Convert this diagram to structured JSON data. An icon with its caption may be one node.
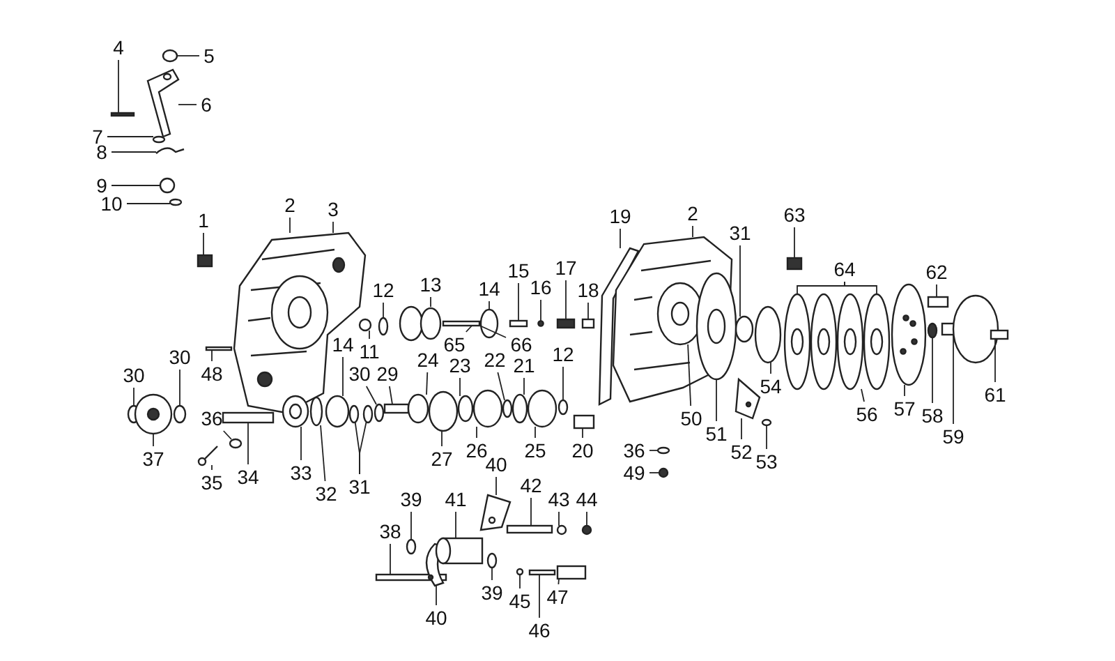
{
  "diagram": {
    "nodes": [
      {
        "text": [
          "4"
        ]
      },
      {
        "text": [
          "5"
        ]
      },
      {
        "text": [
          "6"
        ]
      },
      {
        "text": [
          "7"
        ]
      },
      {
        "text": [
          "8"
        ]
      },
      {
        "text": [
          "9"
        ]
      },
      {
        "text": [
          "10"
        ]
      },
      {
        "text": [
          "2"
        ]
      },
      {
        "text": [
          "3"
        ]
      },
      {
        "text": [
          "19"
        ]
      },
      {
        "text": [
          "2"
        ]
      },
      {
        "text": [
          "63"
        ]
      },
      {
        "text": [
          "1"
        ]
      },
      {
        "text": [
          "31"
        ]
      },
      {
        "text": [
          "64"
        ]
      },
      {
        "text": [
          "62"
        ]
      },
      {
        "text": [
          "15"
        ]
      },
      {
        "text": [
          "17"
        ]
      },
      {
        "text": [
          "13"
        ]
      },
      {
        "text": [
          "14"
        ]
      },
      {
        "text": [
          "16"
        ]
      },
      {
        "text": [
          "18"
        ]
      },
      {
        "text": [
          "12"
        ]
      },
      {
        "text": [
          "65"
        ]
      },
      {
        "text": [
          "66"
        ]
      },
      {
        "text": [
          "11"
        ]
      },
      {
        "text": [
          "14"
        ]
      },
      {
        "text": [
          "12"
        ]
      },
      {
        "text": [
          "30"
        ]
      },
      {
        "text": [
          "24"
        ]
      },
      {
        "text": [
          "23"
        ]
      },
      {
        "text": [
          "22"
        ]
      },
      {
        "text": [
          "21"
        ]
      },
      {
        "text": [
          "30"
        ]
      },
      {
        "text": [
          "48"
        ]
      },
      {
        "text": [
          "30"
        ]
      },
      {
        "text": [
          "29"
        ]
      },
      {
        "text": [
          "61"
        ]
      },
      {
        "text": [
          "57"
        ]
      },
      {
        "text": [
          "56"
        ]
      },
      {
        "text": [
          "54"
        ]
      },
      {
        "text": [
          "50"
        ]
      },
      {
        "text": [
          "58"
        ]
      },
      {
        "text": [
          "36"
        ]
      },
      {
        "text": [
          "51"
        ]
      },
      {
        "text": [
          "59"
        ]
      },
      {
        "text": [
          "37"
        ]
      },
      {
        "text": [
          "26"
        ]
      },
      {
        "text": [
          "25"
        ]
      },
      {
        "text": [
          "20"
        ]
      },
      {
        "text": [
          "36"
        ]
      },
      {
        "text": [
          "52"
        ]
      },
      {
        "text": [
          "27"
        ]
      },
      {
        "text": [
          "53"
        ]
      },
      {
        "text": [
          "40"
        ]
      },
      {
        "text": [
          "49"
        ]
      },
      {
        "text": [
          "33"
        ]
      },
      {
        "text": [
          "34"
        ]
      },
      {
        "text": [
          "35"
        ]
      },
      {
        "text": [
          "31"
        ]
      },
      {
        "text": [
          "42"
        ]
      },
      {
        "text": [
          "32"
        ]
      },
      {
        "text": [
          "39"
        ]
      },
      {
        "text": [
          "41"
        ]
      },
      {
        "text": [
          "43"
        ]
      },
      {
        "text": [
          "44"
        ]
      },
      {
        "text": [
          "38"
        ]
      },
      {
        "text": [
          "39"
        ]
      },
      {
        "text": [
          "45"
        ]
      },
      {
        "text": [
          "47"
        ]
      },
      {
        "text": [
          "40"
        ]
      },
      {
        "text": [
          "46"
        ]
      },
      {
        "text": [],
        "shape": "box"
      },
      {
        "text": [],
        "shape": "circle"
      },
      {
        "text": [],
        "shape": "picture"
      },
      {
        "text": [],
        "shape": "circle"
      },
      {
        "text": [],
        "shape": "picture"
      },
      {
        "text": [],
        "shape": "circle"
      },
      {
        "text": [],
        "shape": "circle"
      },
      {
        "text": [],
        "shape": "box"
      },
      {
        "text": [],
        "shape": "picture"
      },
      {
        "text": [],
        "shape": "picture"
      },
      {
        "text": [],
        "shape": "picture"
      },
      {
        "text": [],
        "shape": "box"
      },
      {
        "text": [],
        "shape": "circle"
      },
      {
        "text": [],
        "shape": "circle"
      },
      {
        "text": [],
        "shape": "circle"
      },
      {
        "text": [],
        "shape": "circle"
      },
      {
        "text": [],
        "shape": "circle"
      },
      {
        "text": [],
        "shape": "circle"
      },
      {
        "text": [],
        "shape": "circle"
      },
      {
        "text": [],
        "shape": "circle"
      },
      {
        "text": [],
        "shape": "box"
      },
      {
        "text": [],
        "shape": "circle"
      },
      {
        "text": [],
        "shape": "box"
      },
      {
        "text": [],
        "shape": "circle"
      },
      {
        "text": [],
        "shape": "box"
      },
      {
        "text": [],
        "shape": "circle"
      },
      {
        "text": [],
        "shape": "circle"
      },
      {
        "text": [],
        "shape": "circle"
      },
      {
        "text": [],
        "shape": "box"
      },
      {
        "text": [],
        "shape": "circle"
      },
      {
        "text": [],
        "shape": "box"
      },
      {
        "text": [],
        "shape": "circle"
      },
      {
        "text": [],
        "shape": "box"
      },
      {
        "text": [],
        "shape": "box"
      },
      {
        "text": [],
        "shape": "box"
      },
      {
        "text": [],
        "shape": "circle"
      },
      {
        "text": [],
        "shape": "circle"
      },
      {
        "text": [],
        "shape": "circle"
      },
      {
        "text": [],
        "shape": "box"
      },
      {
        "text": [],
        "shape": "circle"
      },
      {
        "text": [],
        "shape": "picture"
      },
      {
        "text": [],
        "shape": "circle"
      },
      {
        "text": [],
        "shape": "circle"
      },
      {
        "text": [],
        "shape": "circle"
      },
      {
        "text": [],
        "shape": "circle"
      },
      {
        "text": [],
        "shape": "circle"
      },
      {
        "text": [],
        "shape": "circle"
      },
      {
        "text": [],
        "shape": "box"
      },
      {
        "text": [],
        "shape": "circle"
      },
      {
        "text": [],
        "shape": "circle"
      },
      {
        "text": [],
        "shape": "circle"
      },
      {
        "text": [],
        "shape": "circle"
      },
      {
        "text": [],
        "shape": "circle"
      },
      {
        "text": [],
        "shape": "circle"
      },
      {
        "text": [],
        "shape": "circle"
      },
      {
        "text": [],
        "shape": "circle"
      },
      {
        "text": [],
        "shape": "box"
      },
      {
        "text": [],
        "shape": "circle"
      },
      {
        "text": [],
        "shape": "circle"
      },
      {
        "text": [],
        "shape": "picture"
      },
      {
        "text": [],
        "shape": "circle"
      },
      {
        "text": [],
        "shape": "picture"
      },
      {
        "text": [],
        "shape": "box"
      },
      {
        "text": [],
        "shape": "circle"
      },
      {
        "text": [],
        "shape": "picture"
      },
      {
        "text": [],
        "shape": "cylinder"
      },
      {
        "text": [],
        "shape": "circle"
      },
      {
        "text": [],
        "shape": "box"
      },
      {
        "text": [],
        "shape": "circle"
      },
      {
        "text": [],
        "shape": "circle"
      },
      {
        "text": [],
        "shape": "circle"
      },
      {
        "text": [],
        "shape": "box"
      },
      {
        "text": [],
        "shape": "box"
      },
      {
        "text": [],
        "shape": "circle",
        "in": 82
      }
    ],
    "edges": [
      {
        "from": 0,
        "to": 72,
        "arrow": "none"
      },
      {
        "from": 1,
        "to": 73,
        "arrow": "none"
      },
      {
        "from": 2,
        "to": 74,
        "arrow": "none"
      },
      {
        "from": 3,
        "to": 75,
        "arrow": "none"
      },
      {
        "from": 4,
        "to": 76,
        "arrow": "none"
      },
      {
        "from": 5,
        "to": 77,
        "arrow": "none"
      },
      {
        "from": 6,
        "to": 78,
        "arrow": "none"
      },
      {
        "from": 7,
        "to": 80,
        "arrow": "none"
      },
      {
        "from": 8,
        "to": 80,
        "arrow": "none"
      },
      {
        "from": 9,
        "to": 81,
        "arrow": "none"
      },
      {
        "from": 10,
        "to": 82,
        "arrow": "none"
      },
      {
        "from": 11,
        "to": 83,
        "arrow": "none"
      },
      {
        "from": 12,
        "to": 79,
        "arrow": "none"
      },
      {
        "from": 13,
        "to": 84,
        "arrow": "none"
      },
      {
        "from": 14,
        "to": 87,
        "arrow": "none"
      },
      {
        "from": 14,
        "to": 90,
        "arrow": "none"
      },
      {
        "from": 15,
        "to": 92,
        "arrow": "none"
      },
      {
        "from": 16,
        "to": 102,
        "arrow": "none"
      },
      {
        "from": 17,
        "to": 104,
        "arrow": "none"
      },
      {
        "from": 18,
        "to": 99,
        "arrow": "none"
      },
      {
        "from": 19,
        "to": 101,
        "arrow": "none"
      },
      {
        "from": 20,
        "to": 103,
        "arrow": "none"
      },
      {
        "from": 21,
        "to": 105,
        "arrow": "none"
      },
      {
        "from": 22,
        "to": 98,
        "arrow": "none"
      },
      {
        "from": 23,
        "to": 100,
        "arrow": "none"
      },
      {
        "from": 24,
        "to": 100,
        "arrow": "none"
      },
      {
        "from": 25,
        "to": 97,
        "arrow": "none"
      },
      {
        "from": 26,
        "to": 115,
        "arrow": "none"
      },
      {
        "from": 27,
        "to": 127,
        "arrow": "none"
      },
      {
        "from": 28,
        "to": 109,
        "arrow": "none"
      },
      {
        "from": 29,
        "to": 120,
        "arrow": "none"
      },
      {
        "from": 30,
        "to": 122,
        "arrow": "none"
      },
      {
        "from": 31,
        "to": 124,
        "arrow": "none"
      },
      {
        "from": 32,
        "to": 125,
        "arrow": "none"
      },
      {
        "from": 33,
        "to": 107,
        "arrow": "none"
      },
      {
        "from": 34,
        "to": 106,
        "arrow": "none"
      },
      {
        "from": 35,
        "to": 118,
        "arrow": "none"
      },
      {
        "from": 36,
        "to": 119,
        "arrow": "none"
      },
      {
        "from": 37,
        "to": 96,
        "arrow": "none"
      },
      {
        "from": 38,
        "to": 91,
        "arrow": "none"
      },
      {
        "from": 39,
        "to": 89,
        "arrow": "none"
      },
      {
        "from": 40,
        "to": 86,
        "arrow": "none"
      },
      {
        "from": 41,
        "to": 145,
        "arrow": "none"
      },
      {
        "from": 42,
        "to": 93,
        "arrow": "none"
      },
      {
        "from": 43,
        "to": 111,
        "arrow": "none"
      },
      {
        "from": 44,
        "to": 85,
        "arrow": "none"
      },
      {
        "from": 45,
        "to": 94,
        "arrow": "none"
      },
      {
        "from": 46,
        "to": 108,
        "arrow": "none"
      },
      {
        "from": 47,
        "to": 123,
        "arrow": "none"
      },
      {
        "from": 48,
        "to": 126,
        "arrow": "none"
      },
      {
        "from": 49,
        "to": 128,
        "arrow": "none"
      },
      {
        "from": 50,
        "to": 129,
        "arrow": "none"
      },
      {
        "from": 51,
        "to": 131,
        "arrow": "none"
      },
      {
        "from": 52,
        "to": 121,
        "arrow": "none"
      },
      {
        "from": 53,
        "to": 132,
        "arrow": "none"
      },
      {
        "from": 54,
        "to": 133,
        "arrow": "none"
      },
      {
        "from": 55,
        "to": 130,
        "arrow": "none"
      },
      {
        "from": 56,
        "to": 113,
        "arrow": "none"
      },
      {
        "from": 57,
        "to": 110,
        "arrow": "none"
      },
      {
        "from": 58,
        "to": 112,
        "arrow": "none"
      },
      {
        "from": 59,
        "to": 116,
        "arrow": "none"
      },
      {
        "from": 59,
        "to": 117,
        "arrow": "none"
      },
      {
        "from": 60,
        "to": 139,
        "arrow": "none"
      },
      {
        "from": 61,
        "to": 114,
        "arrow": "none"
      },
      {
        "from": 62,
        "to": 135,
        "arrow": "none"
      },
      {
        "from": 63,
        "to": 137,
        "arrow": "none"
      },
      {
        "from": 64,
        "to": 140,
        "arrow": "none"
      },
      {
        "from": 65,
        "to": 141,
        "arrow": "none"
      },
      {
        "from": 66,
        "to": 134,
        "arrow": "none"
      },
      {
        "from": 67,
        "to": 138,
        "arrow": "none"
      },
      {
        "from": 68,
        "to": 142,
        "arrow": "none"
      },
      {
        "from": 69,
        "to": 144,
        "arrow": "none"
      },
      {
        "from": 70,
        "to": 136,
        "arrow": "none"
      },
      {
        "from": 71,
        "to": 143,
        "arrow": "none"
      }
    ]
  }
}
